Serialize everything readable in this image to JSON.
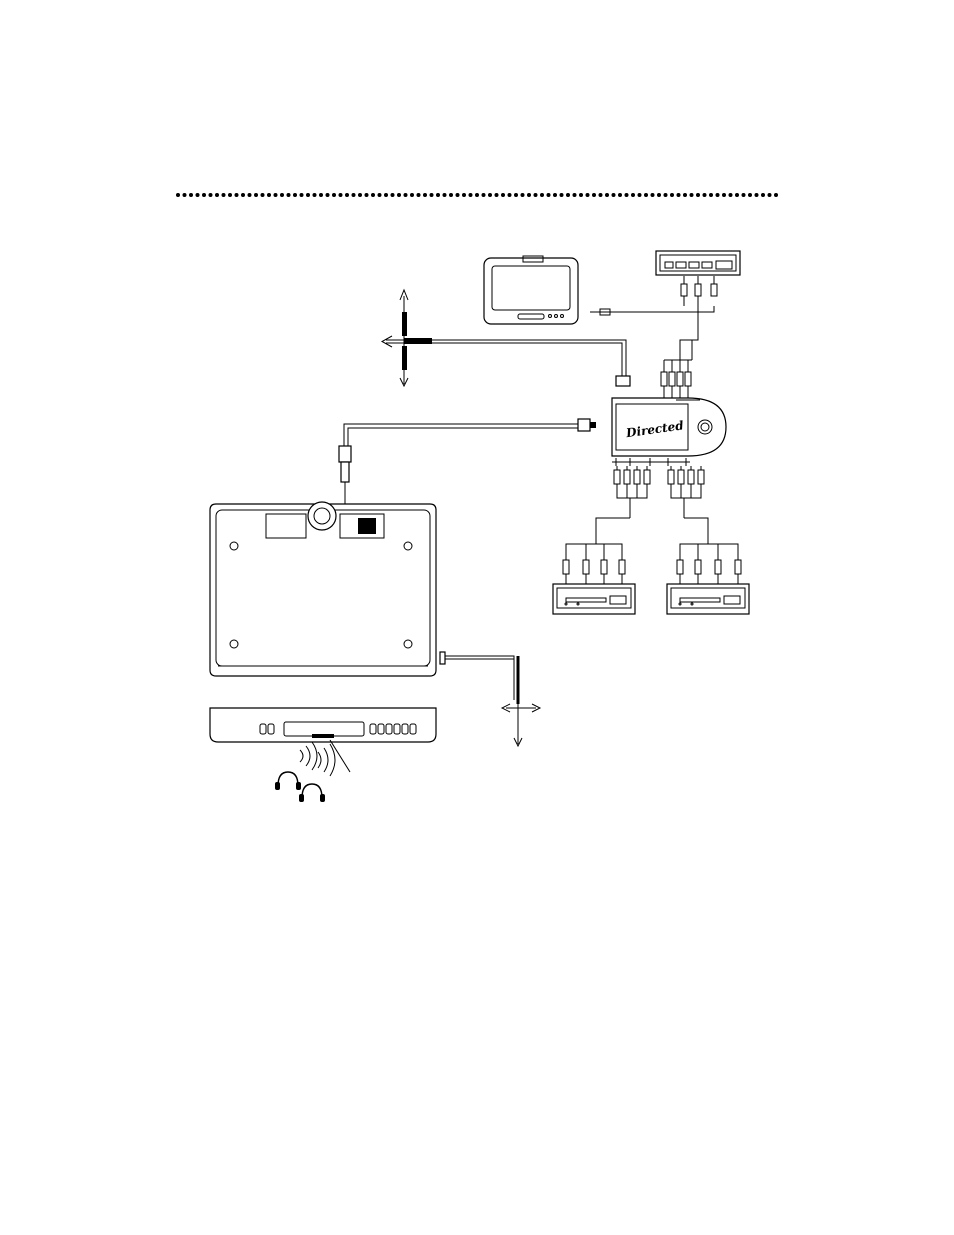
{
  "page": {
    "separator": "dotted-rule"
  },
  "diagram": {
    "components": [
      {
        "name": "monitor",
        "icon": "lcd-monitor-icon"
      },
      {
        "name": "car-stereo",
        "icon": "car-stereo-icon"
      },
      {
        "name": "av-switch-box",
        "icon": "av-switch-box-icon",
        "logo": "Directed"
      },
      {
        "name": "overhead-monitor-top",
        "icon": "overhead-monitor-icon"
      },
      {
        "name": "overhead-monitor-front",
        "icon": "overhead-monitor-front-icon"
      },
      {
        "name": "vcr-1",
        "icon": "vcr-icon"
      },
      {
        "name": "vcr-2",
        "icon": "vcr-icon"
      },
      {
        "name": "headphones",
        "icon": "wireless-headphones-icon"
      }
    ],
    "colors": {
      "line": "#000000",
      "background": "#ffffff"
    }
  }
}
